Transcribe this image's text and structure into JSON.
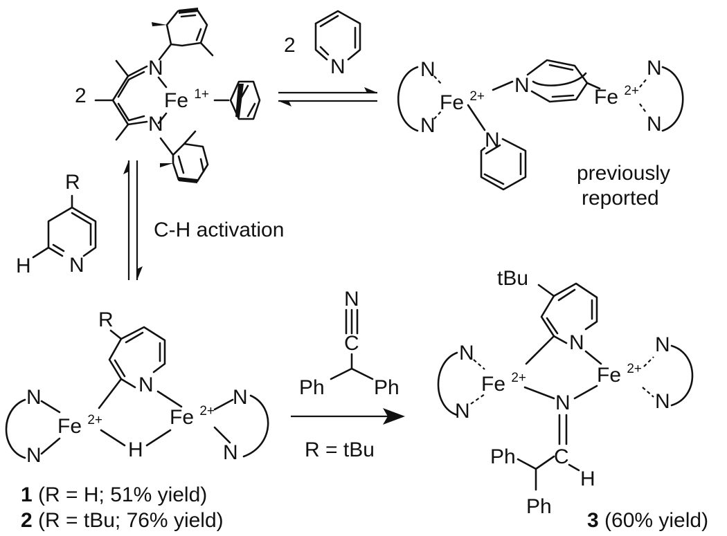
{
  "reactant": {
    "coefficient": "2",
    "atom_n": "N",
    "iron": "Fe",
    "iron_charge": "1+"
  },
  "top_reagent": {
    "coefficient": "2",
    "atom_n": "N"
  },
  "dimer_product": {
    "atom_n": "N",
    "iron": "Fe",
    "iron_charge": "2+",
    "note_line1": "previously",
    "note_line2": "reported"
  },
  "activation": {
    "label": "C-H activation",
    "substituent": "R",
    "hydrogen": "H",
    "atom_n": "N"
  },
  "hydride_product": {
    "substituent": "R",
    "atom_n": "N",
    "iron": "Fe",
    "iron_charge": "2+",
    "hydride": "H",
    "compound1_number": "1",
    "compound1_text": " (R = H; 51% yield)",
    "compound2_number": "2",
    "compound2_text": " (R = tBu; 76% yield)"
  },
  "nitrile_reagent": {
    "atom_n": "N",
    "atom_c": "C",
    "phenyl_left": "Ph",
    "phenyl_right": "Ph",
    "condition": "R = tBu"
  },
  "insertion_product": {
    "substituent": "tBu",
    "atom_n": "N",
    "iron": "Fe",
    "iron_charge": "2+",
    "atom_c": "C",
    "hydrogen": "H",
    "phenyl_top": "Ph",
    "phenyl_bottom": "Ph",
    "compound3_number": "3",
    "compound3_text": " (60% yield)"
  }
}
